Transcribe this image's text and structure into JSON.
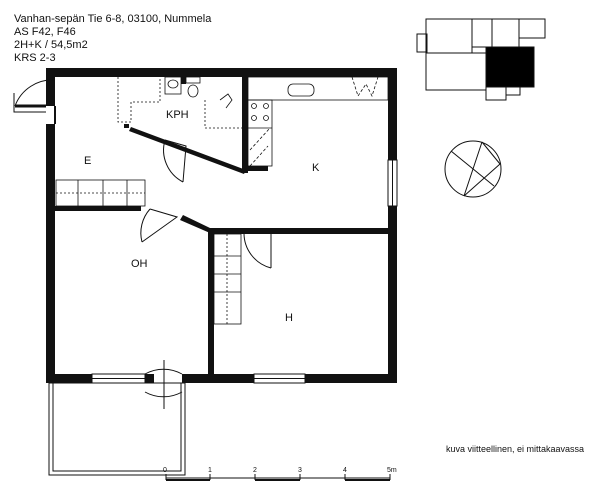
{
  "header": {
    "address": "Vanhan-sepän Tie 6-8, 03100, Nummela",
    "apartments": "AS F42, F46",
    "type_area": "2H+K / 54,5m2",
    "floors": "KRS 2-3"
  },
  "rooms": {
    "kph": "KPH",
    "e": "E",
    "k": "K",
    "oh": "OH",
    "h": "H"
  },
  "scale": {
    "ticks": [
      "0",
      "1",
      "2",
      "3",
      "4",
      "5m"
    ]
  },
  "note": "kuva viitteellinen, ei mittakaavassa"
}
